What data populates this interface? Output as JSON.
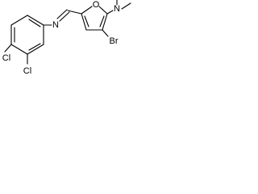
{
  "molecule": {
    "atoms": {
      "cl_upper": "Cl",
      "cl_lower": "Cl",
      "imine_n": "N",
      "ring_o": "O",
      "bromo": "Br",
      "amine_n": "N"
    }
  }
}
